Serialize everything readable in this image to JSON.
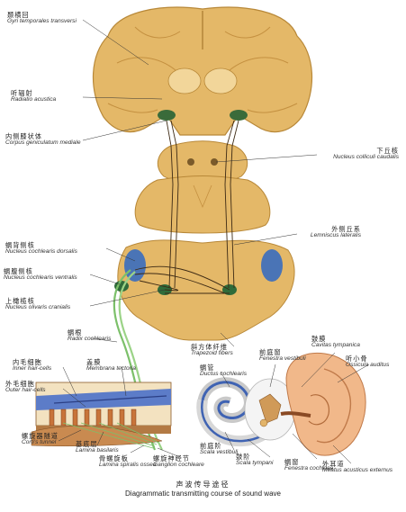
{
  "labels": {
    "gyri": {
      "zh": "颞横回",
      "en": "Gyri temporales transversi"
    },
    "radiatio": {
      "zh": "听辐射",
      "en": "Radiatio acustica"
    },
    "genu": {
      "zh": "内侧膝状体",
      "en": "Corpus geniculatum mediale"
    },
    "colliculi": {
      "zh": "下丘核",
      "en": "Nucleus colliculi caudalis"
    },
    "lemniscus": {
      "zh": "外侧丘系",
      "en": "Lemniscus lateralis"
    },
    "cochl_dors": {
      "zh": "蜗背侧核",
      "en": "Nucleus cochlearis dorsalis"
    },
    "cochl_vent": {
      "zh": "蜗腹侧核",
      "en": "Nucleus cochlearis ventralis"
    },
    "olivaris": {
      "zh": "上橄榄核",
      "en": "Nucleus olivaris cranialis"
    },
    "radix": {
      "zh": "蜗根",
      "en": "Radix cochlearis"
    },
    "trapezoid": {
      "zh": "斜方体纤维",
      "en": "Trapezoid fibers"
    },
    "inner_hair": {
      "zh": "内毛细胞",
      "en": "Inner hair-cells"
    },
    "membrane": {
      "zh": "盖膜",
      "en": "Membrana tectoria"
    },
    "outer_hair": {
      "zh": "外毛细胞",
      "en": "Outer hair-cells"
    },
    "lamina_bas": {
      "zh": "基底层",
      "en": "Lamina basilaris"
    },
    "corti": {
      "zh": "螺旋器隧道",
      "en": "Corti's tunnel"
    },
    "lamina_spir": {
      "zh": "骨螺旋板",
      "en": "Lamina spiralis ossea"
    },
    "ganglion": {
      "zh": "螺旋神经节",
      "en": "Ganglion cochleare"
    },
    "ductus": {
      "zh": "蜗管",
      "en": "Ductus cochlearis"
    },
    "fen_vest": {
      "zh": "前庭窗",
      "en": "Fenestra vestibuli"
    },
    "tympanic": {
      "zh": "鼓膜",
      "en": "Cavitas tympanica"
    },
    "ossicula": {
      "zh": "听小骨",
      "en": "Ossicula auditus"
    },
    "sc_vest": {
      "zh": "前庭阶",
      "en": "Scala vestibuli"
    },
    "sc_tymp": {
      "zh": "鼓阶",
      "en": "Scala tympani"
    },
    "fen_coch": {
      "zh": "蜗窗",
      "en": "Fenestra cochleae"
    },
    "meatus": {
      "zh": "外耳道",
      "en": "Meatus acusticus externus"
    }
  },
  "caption": {
    "zh": "声波传导途径",
    "en": "Diagrammatic transmitting course of sound wave"
  },
  "colors": {
    "tissue": "#e4b868",
    "tissue_edge": "#b88838",
    "gray_matter": "#f2d69a",
    "nucleus_green": "#2f6b3a",
    "nucleus_blue": "#4a74b6",
    "nerve_green": "#7cc06a",
    "ear_skin": "#f1b88a",
    "cochlea_blue": "#3f63b3"
  }
}
